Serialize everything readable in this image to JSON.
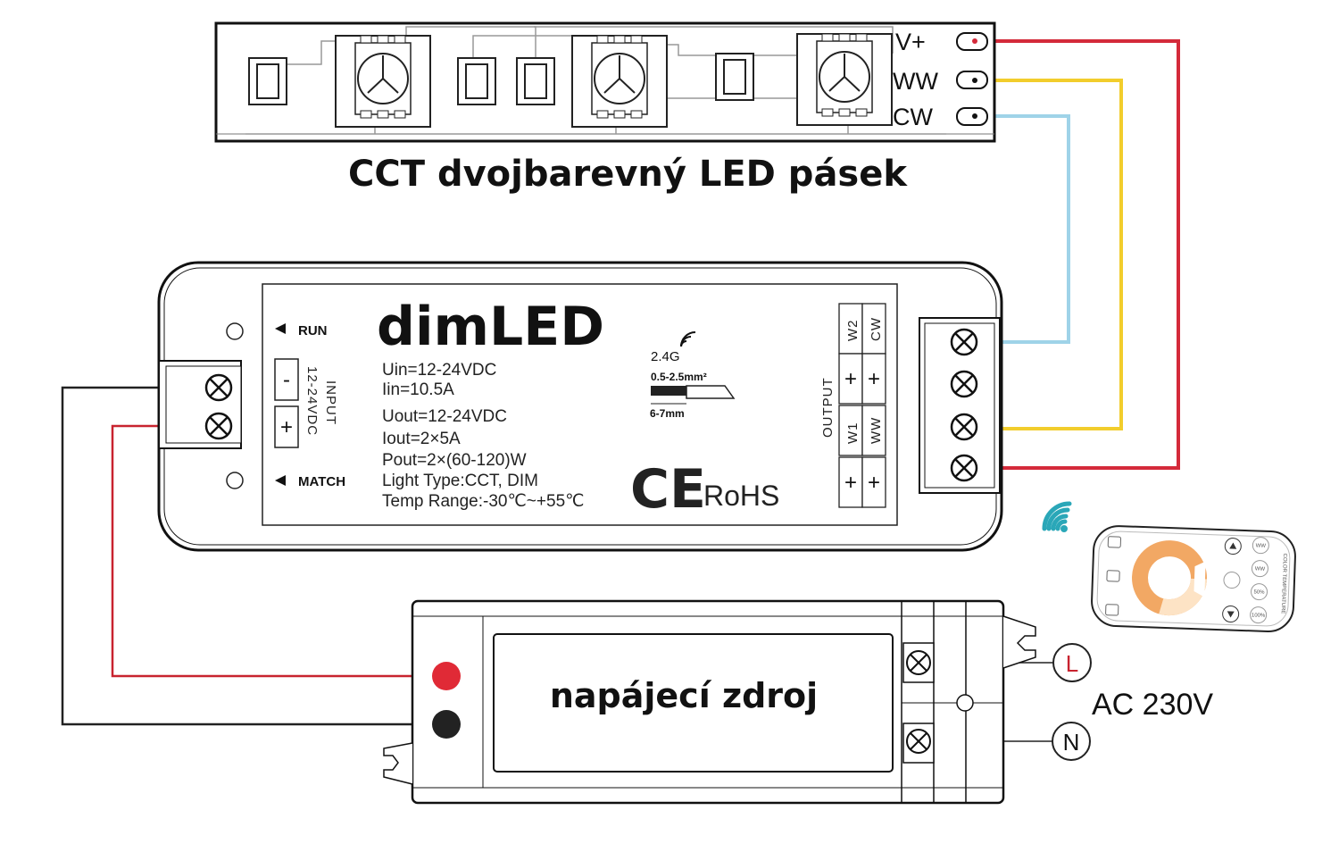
{
  "strip": {
    "title": "CCT dvojbarevný LED pásek",
    "terminals": [
      "V+",
      "WW",
      "CW"
    ]
  },
  "controller": {
    "brand": "dimLED",
    "run_label": "RUN",
    "match_label": "MATCH",
    "input_label": "INPUT",
    "input_voltage_label": "12-24VDC",
    "input_minus": "-",
    "input_plus": "+",
    "specs": [
      "Uin=12-24VDC",
      "Iin=10.5A",
      "Uout=12-24VDC",
      "Iout=2×5A",
      "Pout=2×(60-120)W",
      "Light Type:CCT, DIM",
      "Temp Range:-30℃~+55℃"
    ],
    "wireless": "2.4G",
    "wire_gauge": "0.5-2.5mm²",
    "strip_length": "6-7mm",
    "output_label": "OUTPUT",
    "output_channels": [
      "W2",
      "CW",
      "W1",
      "WW"
    ],
    "output_plus": "+",
    "ce_mark": "CE",
    "rohs_mark": "RoHS"
  },
  "power_supply": {
    "label": "napájecí zdroj",
    "line_label": "L",
    "neutral_label": "N",
    "ac_label": "AC 230V"
  },
  "remote": {
    "labels": [
      "WW",
      "WW",
      "50%",
      "100%"
    ],
    "side_text": "COLOR TEMPERATURE"
  },
  "colors": {
    "v_plus_wire": "#d42a3a",
    "ww_wire": "#f2cd2c",
    "cw_wire": "#9fd3e8",
    "dc_wire_red": "#c8232f",
    "dc_wire_black": "#222222",
    "wifi_icon": "#2aa7b8"
  }
}
